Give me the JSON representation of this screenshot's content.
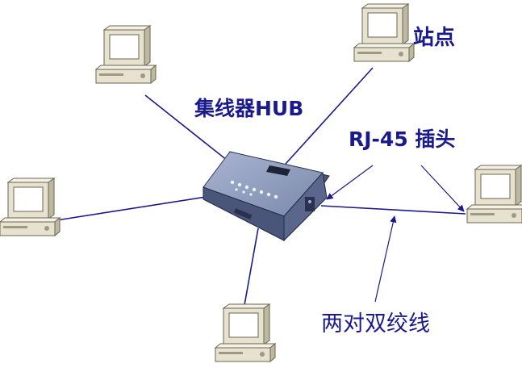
{
  "labels": {
    "station": "站点",
    "hub": "集线器HUB",
    "connector": "RJ-45  插头",
    "cable": "两对双绞线"
  },
  "colors": {
    "text": "#1a1a8c",
    "link": "#1a1a8c",
    "pc_face": "#e6e2cf",
    "pc_edge": "#6a6650",
    "screen": "#ffffff",
    "hub_top": "#8a98b8",
    "hub_side": "#3e4868"
  },
  "icons": [
    "computer-icon",
    "hub-icon",
    "arrow-icon"
  ]
}
